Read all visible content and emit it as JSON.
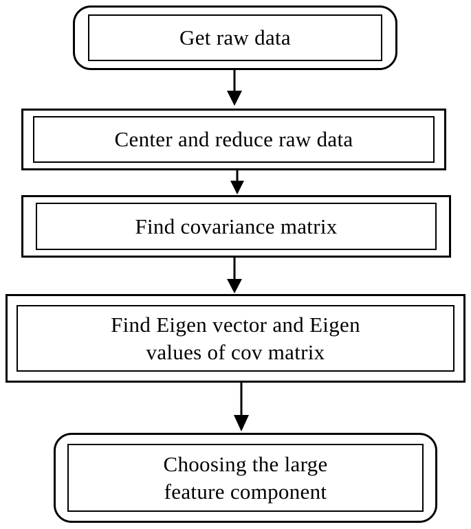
{
  "flowchart": {
    "steps": [
      {
        "label": "Get raw data"
      },
      {
        "label": "Center and reduce raw data"
      },
      {
        "label": "Find covariance matrix"
      },
      {
        "label": "Find Eigen vector and Eigen\nvalues of cov matrix"
      },
      {
        "label": "Choosing the large\nfeature component"
      }
    ]
  },
  "colors": {
    "stroke": "#000000",
    "background": "#ffffff"
  }
}
